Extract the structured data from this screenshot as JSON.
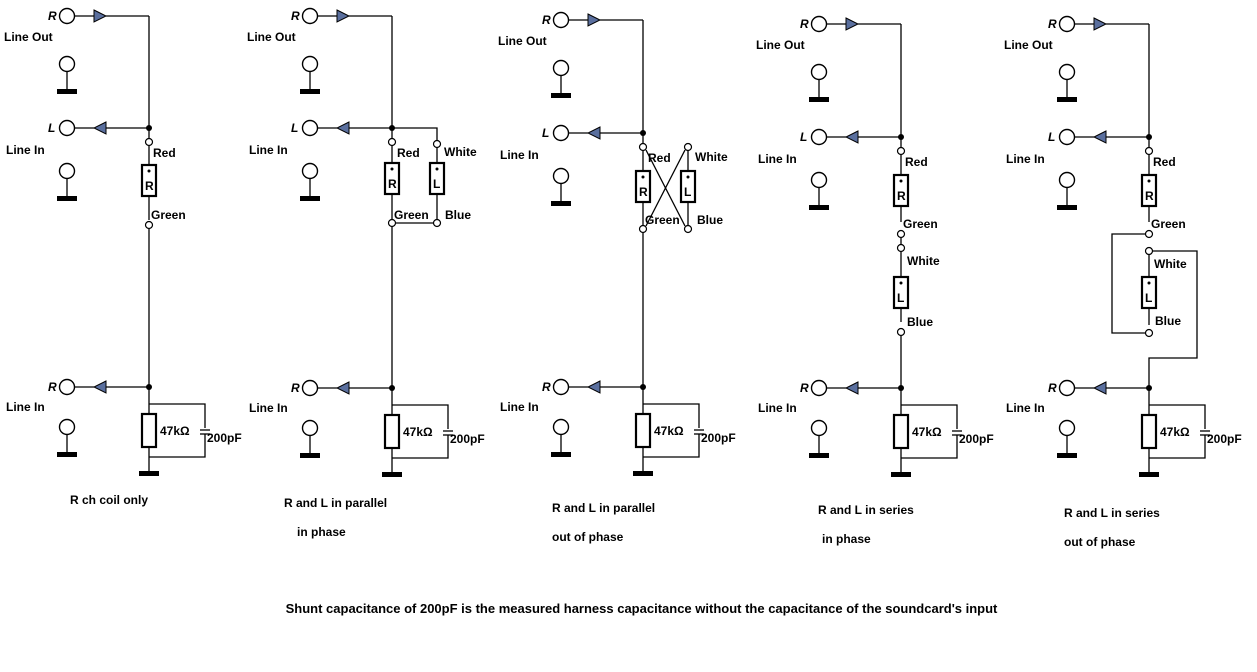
{
  "labels": {
    "line_out": "Line Out",
    "line_in": "Line In",
    "r": "R",
    "l": "L",
    "red": "Red",
    "green": "Green",
    "white": "White",
    "blue": "Blue",
    "resistor": "47kΩ",
    "capacitor": "200pF"
  },
  "captions": [
    {
      "line1": "R ch coil only",
      "line2": ""
    },
    {
      "line1": "R and L in parallel",
      "line2": "in phase"
    },
    {
      "line1": "R and L in parallel",
      "line2": "out of  phase"
    },
    {
      "line1": "R and L in series",
      "line2": " in phase"
    },
    {
      "line1": "R and L in series",
      "line2": "out of  phase"
    }
  ],
  "footer": "Shunt capacitance of 200pF is the measured  harness capacitance without the capacitance of the soundcard's input"
}
